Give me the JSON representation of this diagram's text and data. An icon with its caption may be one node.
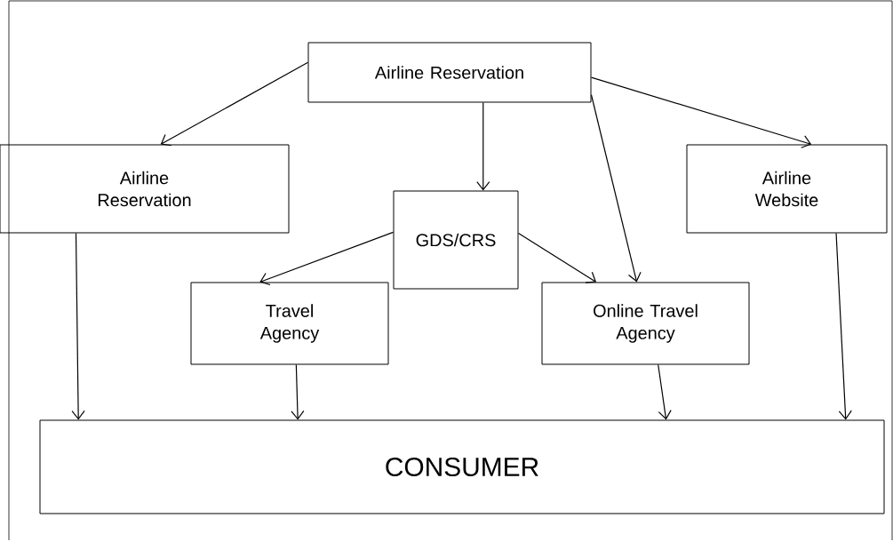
{
  "diagram": {
    "nodes": [
      {
        "text": [
          "Airline Reservation"
        ]
      },
      {
        "text": [
          "Airline Reservation"
        ]
      },
      {
        "text": [
          "GDS/CRS"
        ]
      },
      {
        "text": [
          "Airline Website"
        ]
      },
      {
        "text": [
          "Travel Agency"
        ]
      },
      {
        "text": [
          "Online Travel Agency"
        ]
      },
      {
        "text": [
          "CONSUMER"
        ]
      }
    ],
    "edges": [
      {
        "from": 0,
        "to": 1,
        "arrow": "to"
      },
      {
        "from": 0,
        "to": 2,
        "arrow": "to"
      },
      {
        "from": 0,
        "to": 5,
        "arrow": "to"
      },
      {
        "from": 0,
        "to": 3,
        "arrow": "to"
      },
      {
        "from": 2,
        "to": 4,
        "arrow": "to"
      },
      {
        "from": 2,
        "to": 5,
        "arrow": "to"
      },
      {
        "from": 1,
        "to": 6,
        "arrow": "to"
      },
      {
        "from": 4,
        "to": 6,
        "arrow": "to"
      },
      {
        "from": 5,
        "to": 6,
        "arrow": "to"
      },
      {
        "from": 3,
        "to": 6,
        "arrow": "to"
      }
    ]
  }
}
